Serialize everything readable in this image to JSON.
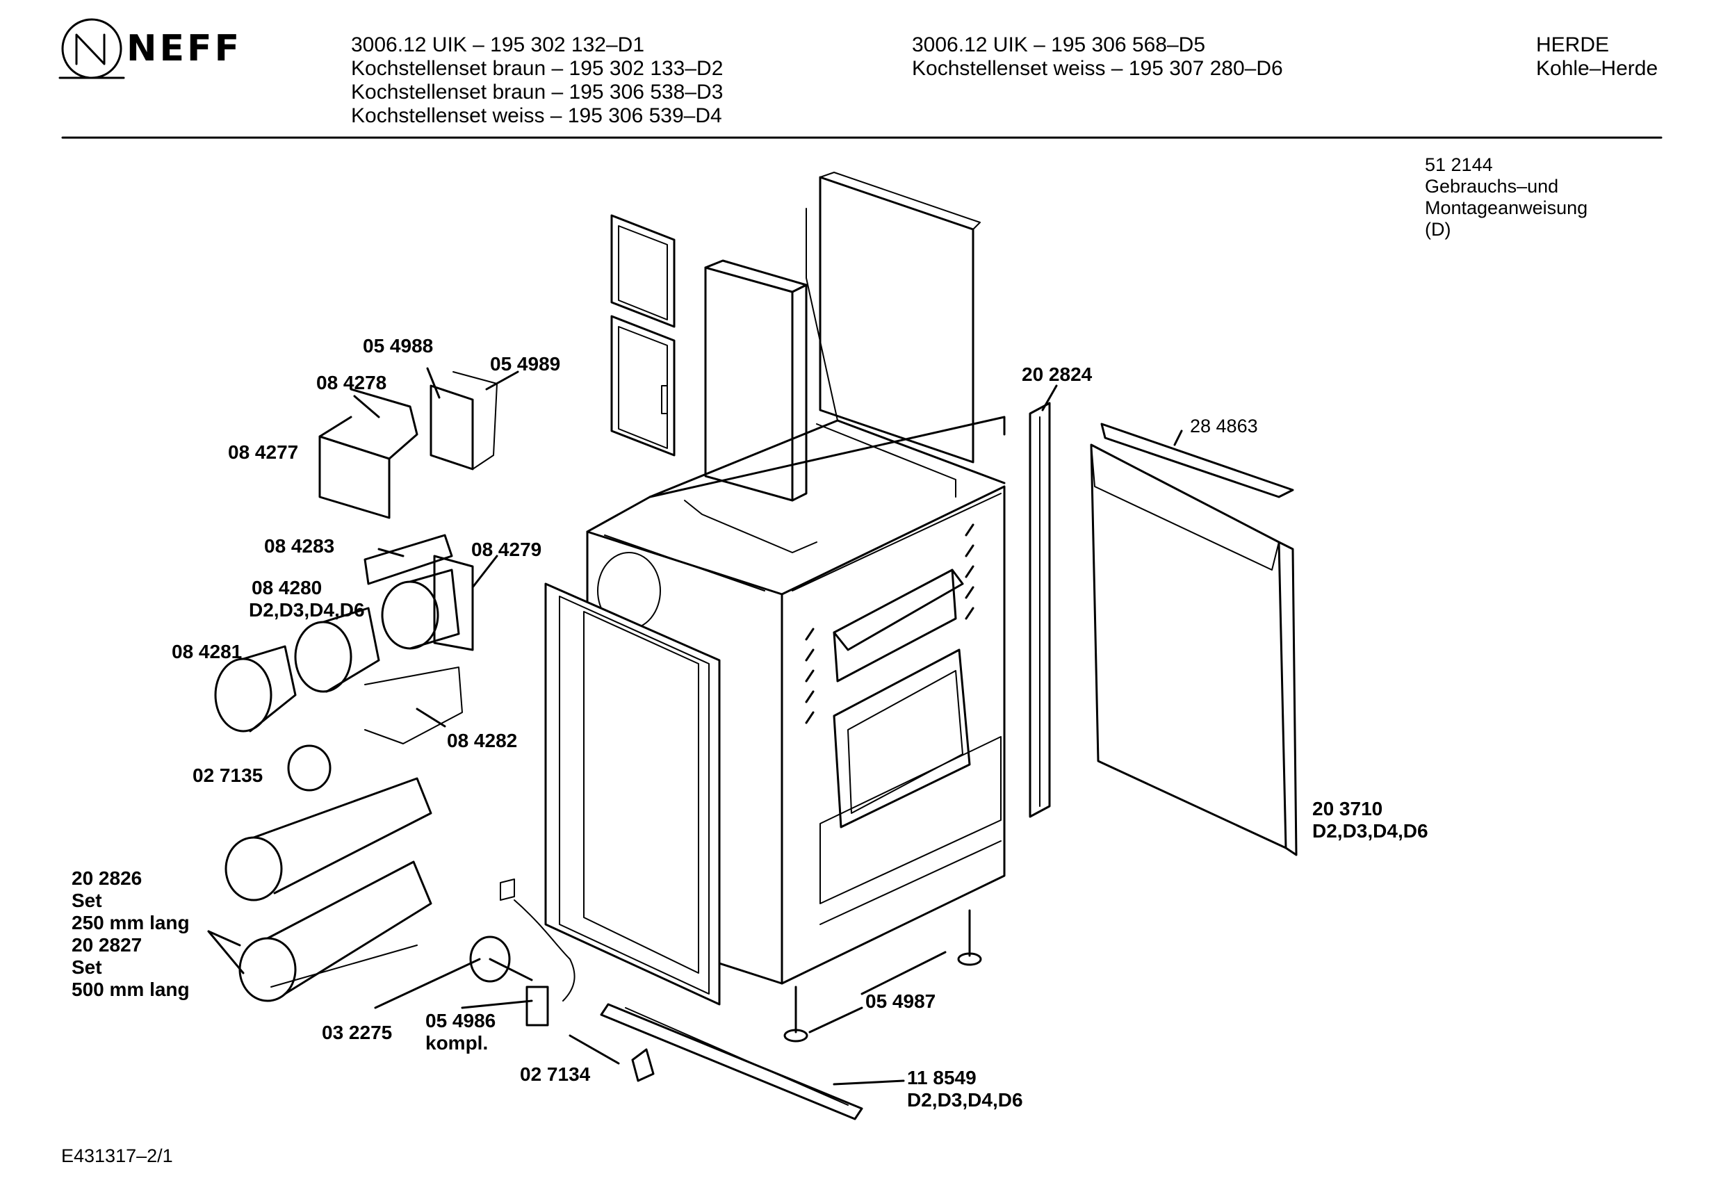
{
  "brand": {
    "logo_text": "NEFF"
  },
  "header": {
    "col1": [
      "3006.12 UIK – 195 302 132–D1",
      "Kochstellenset braun – 195 302 133–D2",
      "Kochstellenset braun – 195 306 538–D3",
      "Kochstellenset weiss – 195 306 539–D4"
    ],
    "col2": [
      "3006.12 UIK – 195 306 568–D5",
      "Kochstellenset weiss – 195 307 280–D6"
    ],
    "col3": [
      "HERDE",
      "Kohle–Herde"
    ]
  },
  "manual": [
    "51 2144",
    "Gebrauchs–und",
    "Montageanweisung",
    "(D)"
  ],
  "parts": {
    "p054988": "05 4988",
    "p054989": "05 4989",
    "p084278": "08 4278",
    "p084277": "08 4277",
    "p084283": "08 4283",
    "p084279": "08 4279",
    "p084280": "08 4280",
    "p084280_var": "D2,D3,D4,D6",
    "p084281": "08 4281",
    "p084282": "08 4282",
    "p027135": "02 7135",
    "p202826": "20 2826",
    "p202826_set": "Set",
    "p202826_len": "250 mm lang",
    "p202827": "20 2827",
    "p202827_set": "Set",
    "p202827_len": "500 mm lang",
    "p032275": "03 2275",
    "p054986": "05 4986",
    "p054986_k": "kompl.",
    "p027134": "02 7134",
    "p054987": "05 4987",
    "p118549": "11 8549",
    "p118549_var": "D2,D3,D4,D6",
    "p202824": "20 2824",
    "p284863": "28 4863",
    "p203710": "20 3710",
    "p203710_var": "D2,D3,D4,D6"
  },
  "footer": {
    "code": "E431317–2/1"
  }
}
